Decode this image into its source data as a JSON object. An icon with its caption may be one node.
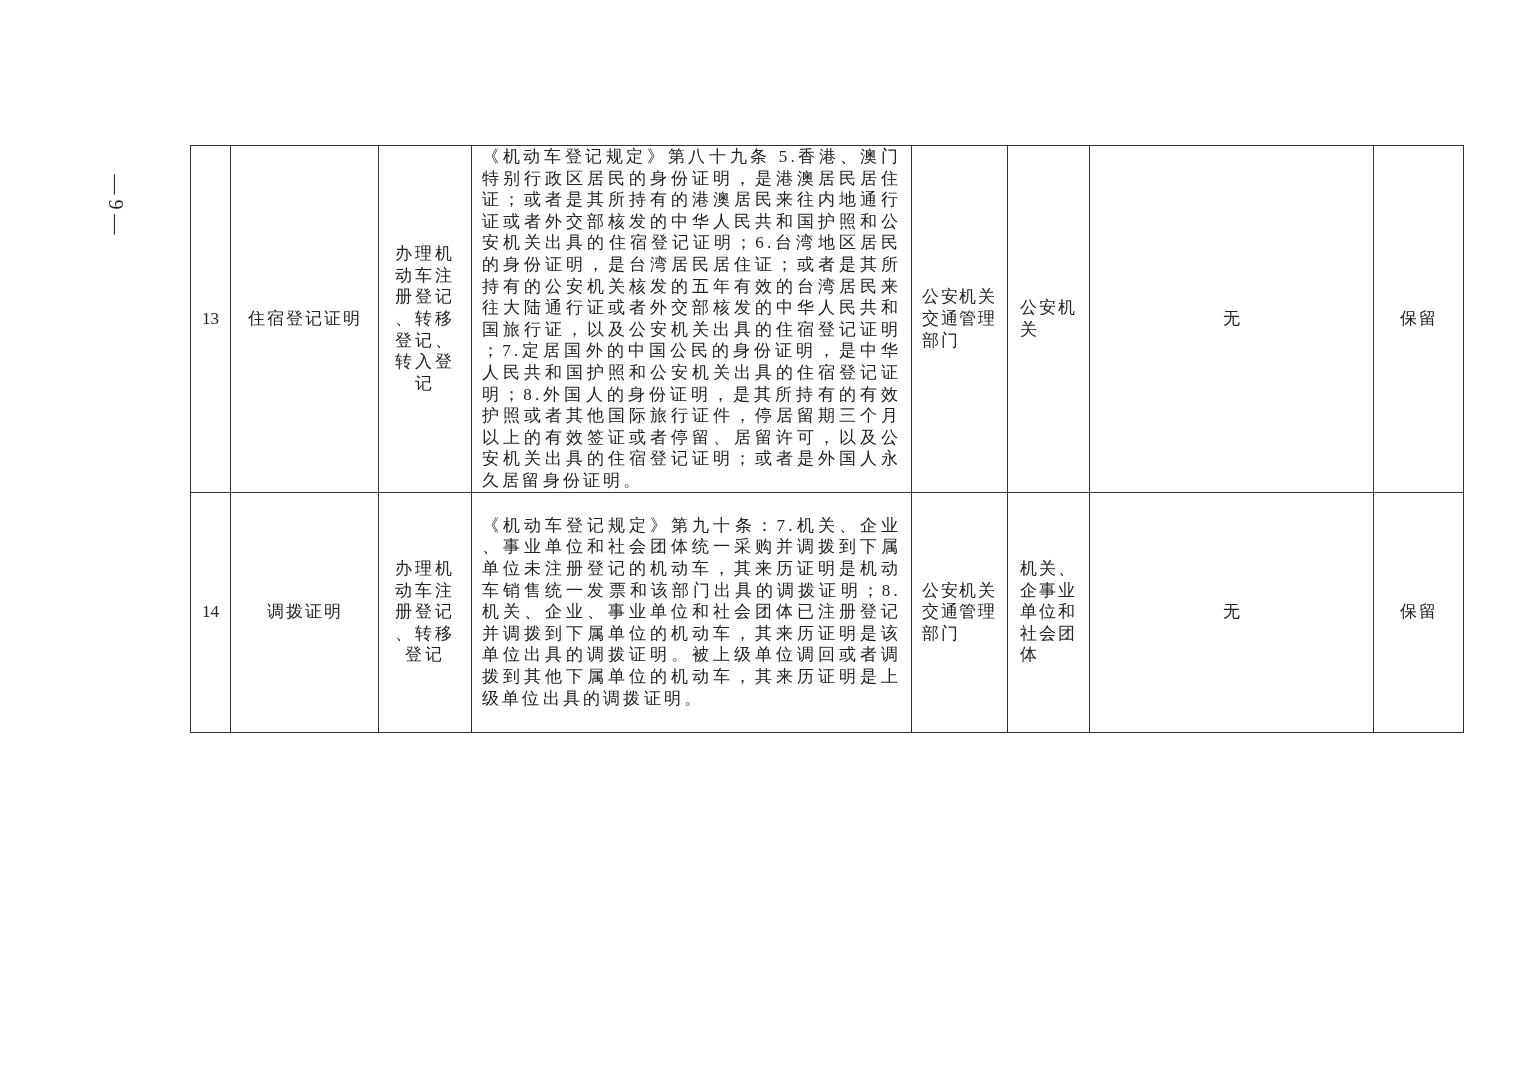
{
  "diagram": {
    "labels": [
      "— 9 —",
      "13",
      "住宿登记证明",
      "办理机动车注册登记、转移登记、转入登记",
      "《机动车登记规定》第八十九条 5.香港、澳门特别行政区居民的身份证明，是港澳居民居住证；或者是其所持有的港澳居民来往内地通行证或者外交部核发的中华人民共和国护照和公安机关出具的住宿登记证明；6.台湾地区居民的身份证明，是台湾居民居住证；或者是其所持有的公安机关核发的五年有效的台湾居民来往大陆通行证或者外交部核发的中华人民共和国旅行证，以及公安机关出具的住宿登记证明；7.定居国外的中国公民的身份证明，是中华人民共和国护照和公安机关出具的住宿登记证明；8.外国人的身份证明，是其所持有的有效护照或者其他国际旅行证件，停居留期三个月以上的有效签证或者停留、居留许可，以及公安机关出具的住宿登记证明；或者是外国人永久居留身份证明。",
      "公安机关交通管理部门",
      "公安机关",
      "无",
      "保留",
      "14",
      "调拨证明",
      "办理机动车注册登记、转移登记",
      "《机动车登记规定》第九十条：7.机关、企业、事业单位和社会团体统一采购并调拨到下属单位未注册登记的机动车，其来历证明是机动车销售统一发票和该部门出具的调拨证明；8.机关、企业、事业单位和社会团体已注册登记并调拨到下属单位的机动车，其来历证明是该单位出具的调拨证明。被上级单位调回或者调拨到其他下属单位的机动车，其来历证明是上级单位出具的调拨证明。",
      "公安机关交通管理部门",
      "机关、企事业单位和社会团体",
      "无",
      "保留"
    ]
  }
}
